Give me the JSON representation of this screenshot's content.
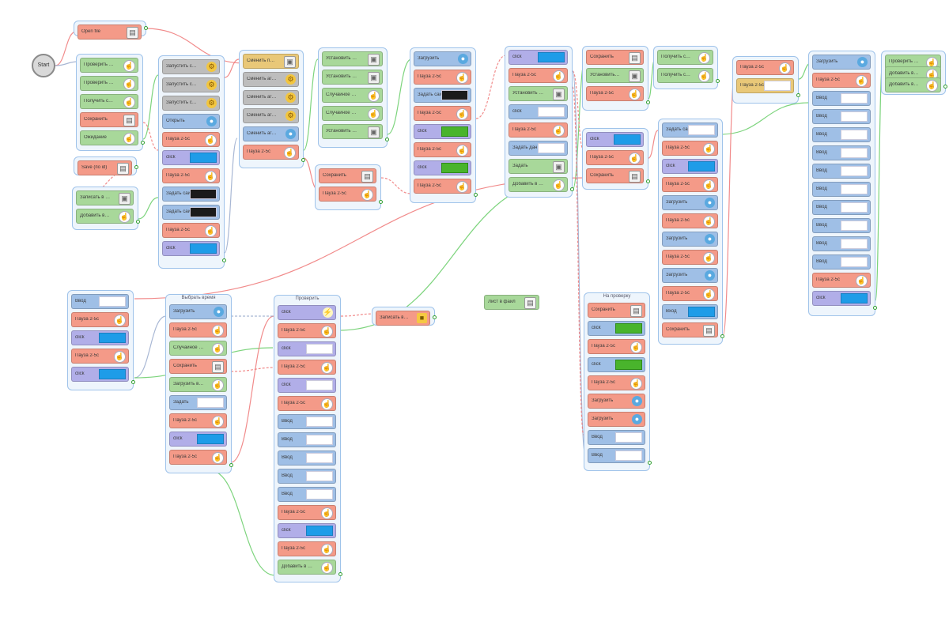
{
  "start_label": "Start",
  "standalone": {
    "label": "Лист в файл",
    "icon": "save-icon"
  },
  "groups": [
    {
      "id": "g_open",
      "title": "",
      "items": [
        {
          "label": "Open file",
          "type": "red",
          "icon": "disk"
        }
      ]
    },
    {
      "id": "g1",
      "title": "",
      "items": [
        {
          "label": "Проверить ссылку",
          "type": "green",
          "icon": "mouse"
        },
        {
          "label": "Проверить ссылку (для id)",
          "type": "green",
          "icon": "mouse"
        },
        {
          "label": "Получить ссылку",
          "type": "green",
          "icon": "mouse"
        },
        {
          "label": "Сохранить",
          "type": "red",
          "icon": "disk"
        },
        {
          "label": "Ожидание",
          "type": "green",
          "icon": "mouse"
        }
      ]
    },
    {
      "id": "g_sg",
      "title": "",
      "items": [
        {
          "label": "Save (по id)",
          "type": "red",
          "icon": "disk"
        }
      ]
    },
    {
      "id": "g2",
      "title": "",
      "items": [
        {
          "label": "Записать в лист",
          "type": "green",
          "icon": "img"
        },
        {
          "label": "Добавить в лист",
          "type": "green",
          "icon": "mouse"
        }
      ]
    },
    {
      "id": "g3",
      "title": "",
      "items": [
        {
          "label": "Запустить сеть",
          "type": "gray",
          "icon": "gear"
        },
        {
          "label": "Запустить сеть",
          "type": "gray",
          "icon": "gear"
        },
        {
          "label": "Запустить сеть",
          "type": "gray",
          "icon": "gear"
        },
        {
          "label": "Открыть",
          "type": "blue",
          "icon": "globe"
        },
        {
          "label": "Пауза 2-5с",
          "type": "red",
          "icon": "mouse"
        },
        {
          "label": "click",
          "type": "purple",
          "prev": "login"
        },
        {
          "label": "Пауза 2-5с",
          "type": "red",
          "icon": "mouse"
        },
        {
          "label": "Задать сайт",
          "type": "blue",
          "prev": "img"
        },
        {
          "label": "Задать сайт",
          "type": "blue",
          "prev": "img"
        },
        {
          "label": "Пауза 2-5с",
          "type": "red",
          "icon": "mouse"
        },
        {
          "label": "click",
          "type": "purple",
          "prev": "login"
        }
      ]
    },
    {
      "id": "g4",
      "title": "",
      "items": [
        {
          "label": "Сменить прокси",
          "type": "orange",
          "icon": "img"
        },
        {
          "label": "Сменить агент",
          "type": "gray",
          "icon": "gear"
        },
        {
          "label": "Сменить агент",
          "type": "gray",
          "icon": "gear"
        },
        {
          "label": "Сменить агент",
          "type": "gray",
          "icon": "gear"
        },
        {
          "label": "Сменить агент",
          "type": "blue",
          "icon": "globe"
        },
        {
          "label": "Пауза 2-5с",
          "type": "red",
          "icon": "mouse"
        }
      ]
    },
    {
      "id": "g5",
      "title": "",
      "items": [
        {
          "label": "Установить переменную",
          "type": "green",
          "icon": "img"
        },
        {
          "label": "Установить переменную",
          "type": "green",
          "icon": "img"
        },
        {
          "label": "Случайное число",
          "type": "green",
          "icon": "mouse"
        },
        {
          "label": "Случайное число",
          "type": "green",
          "icon": "mouse"
        },
        {
          "label": "Установить переменную",
          "type": "green",
          "icon": "img"
        }
      ]
    },
    {
      "id": "g6",
      "title": "",
      "items": [
        {
          "label": "Сохранить",
          "type": "red",
          "icon": "disk"
        },
        {
          "label": "Пауза 2-5с",
          "type": "red",
          "icon": "mouse"
        }
      ]
    },
    {
      "id": "g7",
      "title": "",
      "items": [
        {
          "label": "Загрузить",
          "type": "blue",
          "icon": "globe"
        },
        {
          "label": "Пауза 2-5с",
          "type": "red",
          "icon": "mouse"
        },
        {
          "label": "Задать сайт",
          "type": "blue",
          "prev": "img"
        },
        {
          "label": "Пауза 2-5с",
          "type": "red",
          "icon": "mouse"
        },
        {
          "label": "click",
          "type": "purple",
          "prev": "Check"
        },
        {
          "label": "Пауза 2-5с",
          "type": "red",
          "icon": "mouse"
        },
        {
          "label": "click",
          "type": "purple",
          "prev": "Submit"
        },
        {
          "label": "Пауза 2-5с",
          "type": "red",
          "icon": "mouse"
        }
      ]
    },
    {
      "id": "g8",
      "title": "",
      "items": [
        {
          "label": "click",
          "type": "purple",
          "prev": "btn"
        },
        {
          "label": "Пауза 2-5с",
          "type": "red",
          "icon": "mouse"
        },
        {
          "label": "Установить переменную",
          "type": "green",
          "icon": "img"
        },
        {
          "label": "click",
          "type": "blue",
          "prev": "txt"
        },
        {
          "label": "Пауза 2-5с",
          "type": "red",
          "icon": "mouse"
        },
        {
          "label": "Задать данные",
          "type": "blue",
          "prev": "txt"
        },
        {
          "label": "Задать",
          "type": "green",
          "icon": "img"
        },
        {
          "label": "Добавить в лист",
          "type": "green",
          "icon": "mouse"
        }
      ]
    },
    {
      "id": "g9",
      "title": "",
      "items": [
        {
          "label": "Сохранить",
          "type": "red",
          "icon": "disk"
        },
        {
          "label": "Установить переменную",
          "type": "green",
          "icon": "img"
        },
        {
          "label": "Пауза 2-5с",
          "type": "red",
          "icon": "mouse"
        }
      ]
    },
    {
      "id": "g10",
      "title": "",
      "items": [
        {
          "label": "click",
          "type": "purple",
          "prev": "btn"
        },
        {
          "label": "Пауза 2-5с",
          "type": "red",
          "icon": "mouse"
        },
        {
          "label": "Сохранить",
          "type": "red",
          "icon": "disk"
        }
      ]
    },
    {
      "id": "g11",
      "title": "",
      "items": [
        {
          "label": "Получить ссылку",
          "type": "green",
          "icon": "mouse"
        },
        {
          "label": "Получить ссылку",
          "type": "green",
          "icon": "mouse"
        }
      ]
    },
    {
      "id": "g12",
      "title": "",
      "items": [
        {
          "label": "Задать сайт",
          "type": "blue",
          "prev": "txt"
        },
        {
          "label": "Пауза 2-5с",
          "type": "red",
          "icon": "mouse"
        },
        {
          "label": "click",
          "type": "purple",
          "prev": "btn"
        },
        {
          "label": "Пауза 2-5с",
          "type": "red",
          "icon": "mouse"
        },
        {
          "label": "Загрузить",
          "type": "blue",
          "icon": "globe"
        },
        {
          "label": "Пауза 2-5с",
          "type": "red",
          "icon": "mouse"
        },
        {
          "label": "Загрузить",
          "type": "blue",
          "icon": "globe"
        },
        {
          "label": "Пауза 2-5с",
          "type": "red",
          "icon": "mouse"
        },
        {
          "label": "Загрузить",
          "type": "blue",
          "icon": "globe"
        },
        {
          "label": "Пауза 2-5с",
          "type": "red",
          "icon": "mouse"
        },
        {
          "label": "Вход",
          "type": "blue",
          "prev": "btn"
        },
        {
          "label": "Сохранить",
          "type": "red",
          "icon": "disk"
        }
      ]
    },
    {
      "id": "g13",
      "title": "",
      "items": [
        {
          "label": "Пауза 2-5с",
          "type": "red",
          "icon": "mouse"
        },
        {
          "label": "Пауза 2-5с",
          "type": "orange",
          "prev": "txt"
        }
      ]
    },
    {
      "id": "g14",
      "title": "",
      "items": [
        {
          "label": "Загрузить",
          "type": "blue",
          "icon": "globe"
        },
        {
          "label": "Пауза 2-5с",
          "type": "red",
          "icon": "mouse"
        },
        {
          "label": "Ввод",
          "type": "blue",
          "prev": "txt"
        },
        {
          "label": "Ввод",
          "type": "blue",
          "prev": "txt"
        },
        {
          "label": "Ввод",
          "type": "blue",
          "prev": "txt"
        },
        {
          "label": "Ввод",
          "type": "blue",
          "prev": "txt"
        },
        {
          "label": "Ввод",
          "type": "blue",
          "prev": "txt"
        },
        {
          "label": "Ввод",
          "type": "blue",
          "prev": "txt"
        },
        {
          "label": "Ввод",
          "type": "blue",
          "prev": "txt"
        },
        {
          "label": "Ввод",
          "type": "blue",
          "prev": "txt"
        },
        {
          "label": "Ввод",
          "type": "blue",
          "prev": "txt"
        },
        {
          "label": "Ввод",
          "type": "blue",
          "prev": "txt"
        },
        {
          "label": "Пауза 2-5с",
          "type": "red",
          "icon": "mouse"
        },
        {
          "label": "click",
          "type": "purple",
          "prev": "btn"
        }
      ]
    },
    {
      "id": "g15",
      "title": "",
      "items": [
        {
          "label": "Проверить ссылку",
          "type": "green",
          "icon": "mouse"
        },
        {
          "label": "Добавить в лист",
          "type": "green",
          "icon": "mouse"
        },
        {
          "label": "Добавить в лист",
          "type": "green",
          "icon": "mouse"
        }
      ]
    },
    {
      "id": "g16",
      "title": "",
      "items": [
        {
          "label": "Ввод",
          "type": "blue",
          "prev": "txt"
        },
        {
          "label": "Пауза 2-5с",
          "type": "red",
          "icon": "mouse"
        },
        {
          "label": "click",
          "type": "purple",
          "prev": "btn"
        },
        {
          "label": "Пауза 2-5с",
          "type": "red",
          "icon": "mouse"
        },
        {
          "label": "click",
          "type": "purple",
          "prev": "btn"
        }
      ]
    },
    {
      "id": "g17",
      "title": "Выбрать время",
      "items": [
        {
          "label": "Загрузить",
          "type": "blue",
          "icon": "globe"
        },
        {
          "label": "Пауза 2-5с",
          "type": "red",
          "icon": "mouse"
        },
        {
          "label": "Случайное число",
          "type": "green",
          "icon": "mouse"
        },
        {
          "label": "Сохранить",
          "type": "red",
          "icon": "disk"
        },
        {
          "label": "Загрузить время",
          "type": "green",
          "icon": "mouse"
        },
        {
          "label": "Задать",
          "type": "blue",
          "prev": "txt"
        },
        {
          "label": "Пауза 2-5с",
          "type": "red",
          "icon": "mouse"
        },
        {
          "label": "click",
          "type": "purple",
          "prev": "btn"
        },
        {
          "label": "Пауза 2-5с",
          "type": "red",
          "icon": "mouse"
        }
      ]
    },
    {
      "id": "g18",
      "title": "Проверить",
      "items": [
        {
          "label": "click",
          "type": "purple",
          "icon": "bolt"
        },
        {
          "label": "Пауза 2-5с",
          "type": "red",
          "icon": "mouse"
        },
        {
          "label": "click",
          "type": "purple",
          "prev": "txt"
        },
        {
          "label": "Пауза 2-5с",
          "type": "red",
          "icon": "mouse"
        },
        {
          "label": "click",
          "type": "purple",
          "prev": "txt"
        },
        {
          "label": "Пауза 2-5с",
          "type": "red",
          "icon": "mouse"
        },
        {
          "label": "Ввод",
          "type": "blue",
          "prev": "txt"
        },
        {
          "label": "Ввод",
          "type": "blue",
          "prev": "txt"
        },
        {
          "label": "Ввод",
          "type": "blue",
          "prev": "txt"
        },
        {
          "label": "Ввод",
          "type": "blue",
          "prev": "txt"
        },
        {
          "label": "Ввод",
          "type": "blue",
          "prev": "txt"
        },
        {
          "label": "Пауза 2-5с",
          "type": "red",
          "icon": "mouse"
        },
        {
          "label": "click",
          "type": "purple",
          "prev": "btn"
        },
        {
          "label": "Пауза 2-5с",
          "type": "red",
          "icon": "mouse"
        },
        {
          "label": "Добавить в лист",
          "type": "green",
          "icon": "mouse"
        }
      ]
    },
    {
      "id": "g_note",
      "title": "",
      "items": [
        {
          "label": "Записать в лист",
          "type": "red",
          "icon": "note"
        }
      ]
    },
    {
      "id": "g19",
      "title": "На проверку",
      "items": [
        {
          "label": "Сохранить",
          "type": "red",
          "icon": "disk"
        },
        {
          "label": "click",
          "type": "blue",
          "prev": "green"
        },
        {
          "label": "Пауза 2-5с",
          "type": "red",
          "icon": "mouse"
        },
        {
          "label": "click",
          "type": "blue",
          "prev": "green"
        },
        {
          "label": "Пауза 2-5с",
          "type": "red",
          "icon": "mouse"
        },
        {
          "label": "Загрузить",
          "type": "red",
          "icon": "globe"
        },
        {
          "label": "Загрузить",
          "type": "red",
          "icon": "globe"
        },
        {
          "label": "Ввод",
          "type": "blue",
          "prev": "txt"
        },
        {
          "label": "Ввод",
          "type": "blue",
          "prev": "txt"
        }
      ]
    }
  ]
}
